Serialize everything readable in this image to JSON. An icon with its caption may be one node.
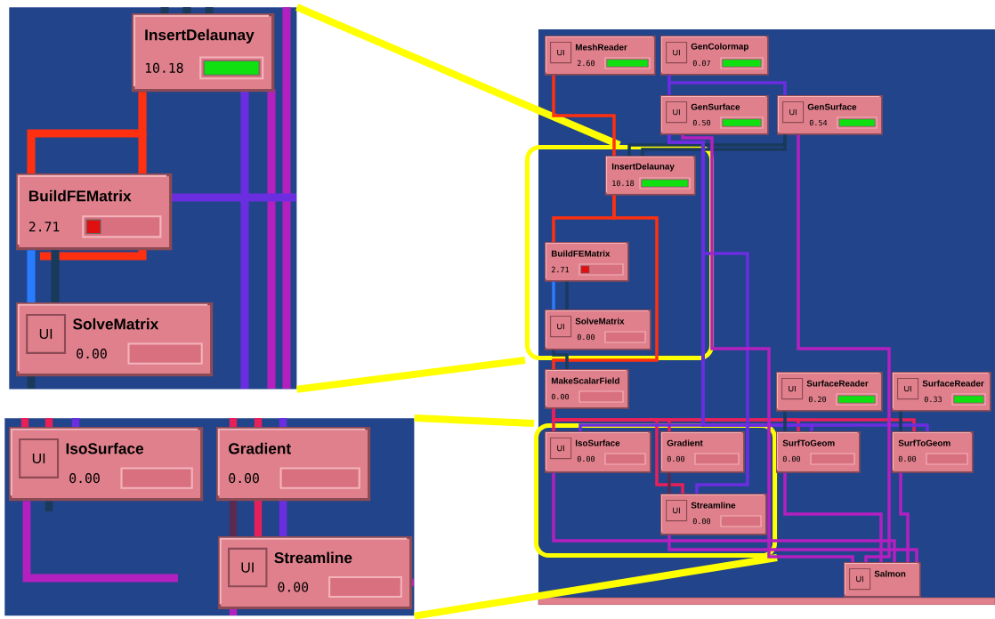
{
  "diagram": {
    "nodes": [
      {
        "text": [],
        "shape": "box"
      },
      {
        "text": [
          "InsertDelaunay",
          "10.18"
        ],
        "in": 0
      },
      {
        "text": [
          "BuildFEMatrix",
          "2.71"
        ],
        "in": 0
      },
      {
        "text": [
          "UI",
          "SolveMatrix",
          "0.00"
        ],
        "in": 0
      },
      {
        "text": [],
        "shape": "box"
      },
      {
        "text": [
          "UI",
          "IsoSurface",
          "0.00"
        ],
        "in": 4
      },
      {
        "text": [
          "Gradient",
          "0.00"
        ],
        "in": 4
      },
      {
        "text": [
          "UI",
          "Streamline",
          "0.00"
        ],
        "in": 4
      },
      {
        "text": [
          "UI",
          "MeshReader",
          "2.60"
        ]
      },
      {
        "text": [
          "UI",
          "GenColormap",
          "0.07"
        ]
      },
      {
        "text": [
          "UI",
          "GenSurface",
          "0.50"
        ]
      },
      {
        "text": [
          "UI",
          "GenSurface",
          "0.54"
        ]
      },
      {
        "text": [],
        "shape": "box"
      },
      {
        "text": [
          "InsertDelaunay",
          "10.18"
        ],
        "in": 12
      },
      {
        "text": [
          "BuildFEMatrix",
          "2.71"
        ],
        "in": 12
      },
      {
        "text": [
          "UI",
          "SolveMatrix",
          "0.00"
        ],
        "in": 12
      },
      {
        "text": [
          "MakeScalarField",
          "0.00"
        ]
      },
      {
        "text": [
          "UI",
          "SurfaceReader",
          "0.20"
        ]
      },
      {
        "text": [
          "UI",
          "SurfaceReader",
          "0.33"
        ]
      },
      {
        "text": [],
        "shape": "box"
      },
      {
        "text": [
          "UI",
          "IsoSurface",
          "0.00"
        ],
        "in": 19
      },
      {
        "text": [
          "Gradient",
          "0.00"
        ],
        "in": 19
      },
      {
        "text": [
          "UI",
          "Streamline",
          "0.00"
        ],
        "in": 19
      },
      {
        "text": [
          "SurfToGeom",
          "0.00"
        ]
      },
      {
        "text": [
          "SurfToGeom",
          "0.00"
        ]
      },
      {
        "text": [
          "UI",
          "Salmon"
        ]
      }
    ],
    "edges": [
      {
        "from": 12,
        "to": 0,
        "arrow": "none",
        "style": "thick",
        "color": "#ffff00"
      },
      {
        "from": 12,
        "to": 0,
        "arrow": "none",
        "style": "thick",
        "color": "#ffff00"
      },
      {
        "from": 19,
        "to": 4,
        "arrow": "none",
        "style": "thick",
        "color": "#ffff00"
      },
      {
        "from": 19,
        "to": 4,
        "arrow": "none",
        "style": "thick",
        "color": "#ffff00"
      },
      {
        "from": 1,
        "to": 2,
        "arrow": "none",
        "style": "thick",
        "color": "#ff3010"
      },
      {
        "from": 2,
        "to": 3,
        "arrow": "none",
        "style": "thick",
        "color": "#2a7cff"
      },
      {
        "from": 2,
        "to": 3,
        "arrow": "none",
        "style": "thick",
        "color": "#1a3a5c"
      },
      {
        "from": 6,
        "to": 7,
        "arrow": "none",
        "style": "thick",
        "color": "#5a2a50"
      },
      {
        "from": 8,
        "to": 13,
        "arrow": "none",
        "color": "#ff3010"
      },
      {
        "from": 9,
        "to": 10,
        "arrow": "none",
        "color": "#6a2ee0"
      },
      {
        "from": 9,
        "to": 11,
        "arrow": "none",
        "color": "#6a2ee0"
      },
      {
        "from": 11,
        "to": 13,
        "arrow": "none",
        "color": "#1a3a5c"
      },
      {
        "from": 11,
        "to": 13,
        "arrow": "none",
        "color": "#1a3a5c"
      },
      {
        "from": 13,
        "to": 14,
        "arrow": "none",
        "color": "#ff3010"
      },
      {
        "from": 13,
        "to": 16,
        "arrow": "none",
        "color": "#ff3010"
      },
      {
        "from": 14,
        "to": 15,
        "arrow": "none",
        "color": "#2a7cff"
      },
      {
        "from": 14,
        "to": 15,
        "arrow": "none",
        "color": "#1a3a5c"
      },
      {
        "from": 15,
        "to": 16,
        "arrow": "none",
        "color": "#1a3a5c"
      },
      {
        "from": 16,
        "to": 20,
        "arrow": "none",
        "color": "#e8205a"
      },
      {
        "from": 16,
        "to": 21,
        "arrow": "none",
        "color": "#e8205a"
      },
      {
        "from": 16,
        "to": 22,
        "arrow": "none",
        "color": "#e8205a"
      },
      {
        "from": 16,
        "to": 23,
        "arrow": "none",
        "color": "#e8205a"
      },
      {
        "from": 16,
        "to": 24,
        "arrow": "none",
        "color": "#e8205a"
      },
      {
        "from": 10,
        "to": 20,
        "arrow": "none",
        "color": "#6a2ee0"
      },
      {
        "from": 10,
        "to": 22,
        "arrow": "none",
        "color": "#6a2ee0"
      },
      {
        "from": 10,
        "to": 23,
        "arrow": "none",
        "color": "#6a2ee0"
      },
      {
        "from": 10,
        "to": 24,
        "arrow": "none",
        "color": "#6a2ee0"
      },
      {
        "from": 10,
        "to": 25,
        "arrow": "none",
        "color": "#b420c0"
      },
      {
        "from": 11,
        "to": 25,
        "arrow": "none",
        "color": "#b420c0"
      },
      {
        "from": 17,
        "to": 23,
        "arrow": "none",
        "color": "#1a3a5c"
      },
      {
        "from": 18,
        "to": 24,
        "arrow": "none",
        "color": "#1a3a5c"
      },
      {
        "from": 21,
        "to": 22,
        "arrow": "none",
        "color": "#5a2a50"
      },
      {
        "from": 20,
        "to": 25,
        "arrow": "none",
        "color": "#b420c0"
      },
      {
        "from": 23,
        "to": 25,
        "arrow": "none",
        "color": "#b420c0"
      },
      {
        "from": 24,
        "to": 25,
        "arrow": "none",
        "color": "#b420c0"
      },
      {
        "from": 22,
        "to": 25,
        "arrow": "none",
        "color": "#b420c0"
      },
      {
        "from": 5,
        "to": null,
        "arrow": "none",
        "style": "thick",
        "color": "#b420c0"
      }
    ]
  }
}
